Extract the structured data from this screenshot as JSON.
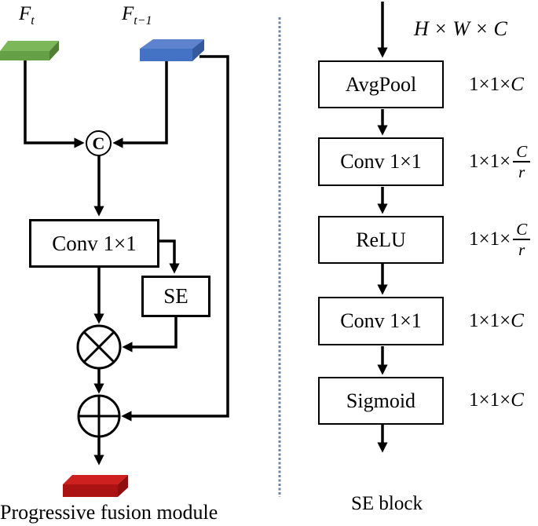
{
  "left_panel": {
    "caption": "Progressive fusion module",
    "input_current": {
      "base": "F",
      "sub": "t"
    },
    "input_previous": {
      "base": "F",
      "sub": "t−1"
    },
    "concat_symbol": "C",
    "conv_label": "Conv 1×1",
    "se_label": "SE"
  },
  "right_panel": {
    "caption": "SE block",
    "input_dim": "H × W × C",
    "layers": [
      {
        "label": "AvgPool"
      },
      {
        "label": "Conv 1×1"
      },
      {
        "label": "ReLU"
      },
      {
        "label": "Conv 1×1"
      },
      {
        "label": "Sigmoid"
      }
    ],
    "dims": [
      {
        "prefix": "1×1×",
        "var": "C"
      },
      {
        "prefix": "1×1×",
        "num": "C",
        "den": "r"
      },
      {
        "prefix": "1×1×",
        "num": "C",
        "den": "r"
      },
      {
        "prefix": "1×1×",
        "var": "C"
      },
      {
        "prefix": "1×1×",
        "var": "C"
      }
    ]
  },
  "colors": {
    "line": "#000000",
    "divider": "#6f84a8",
    "green_slab": {
      "top": "#7cb75a",
      "front": "#66a046",
      "side": "#527f36"
    },
    "blue_slab": {
      "top": "#5e83ce",
      "front": "#4472c4",
      "side": "#35599e"
    },
    "red_slab": {
      "top": "#cf2020",
      "front": "#ab1212",
      "side": "#8f0e0e"
    }
  }
}
